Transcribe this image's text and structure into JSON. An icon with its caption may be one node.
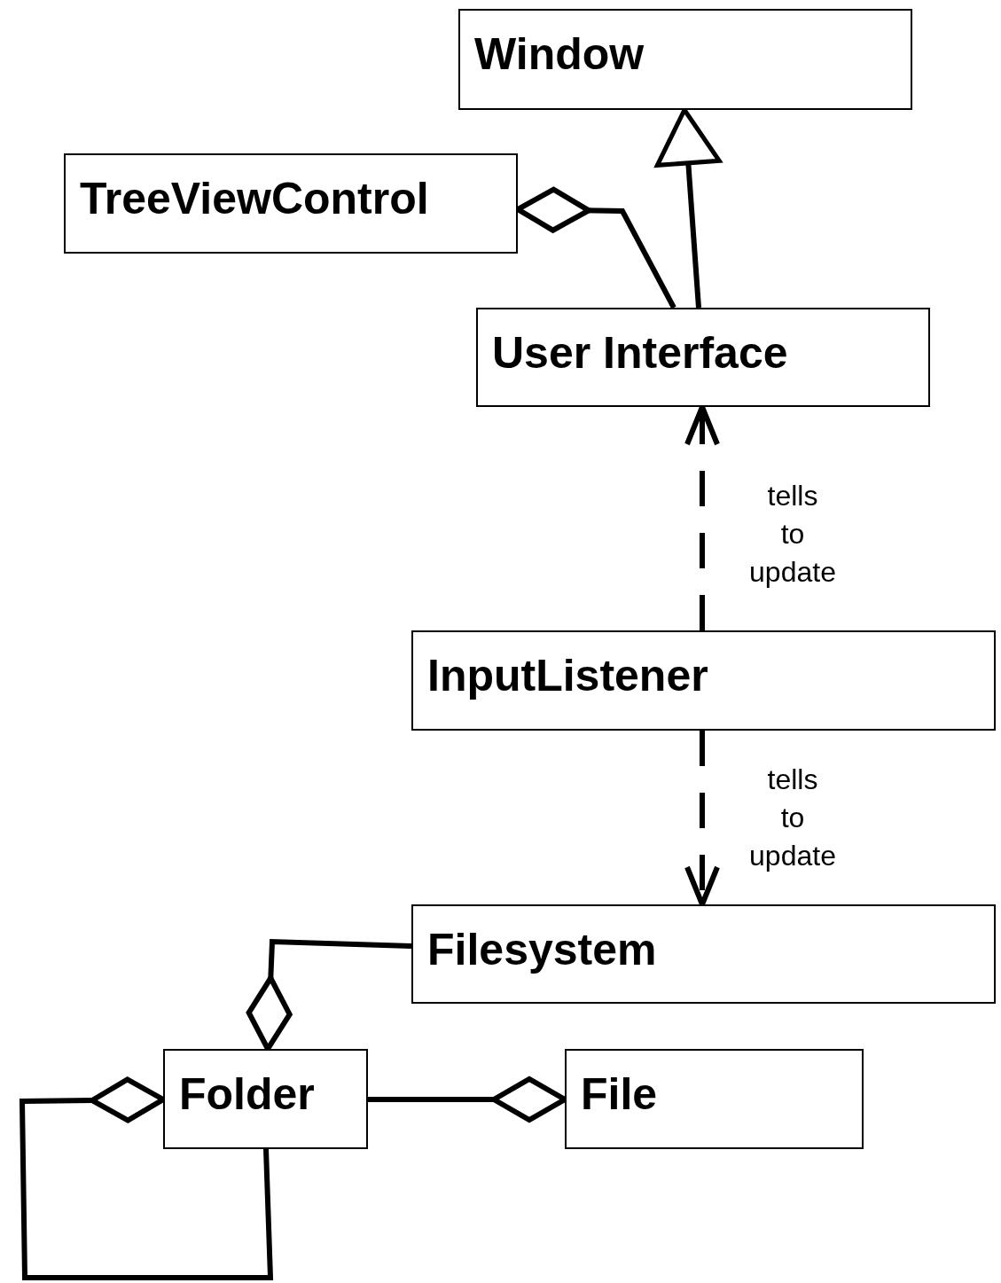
{
  "diagram": {
    "nodes": [
      {
        "text": [
          "Window"
        ]
      },
      {
        "text": [
          "TreeViewControl"
        ]
      },
      {
        "text": [
          "User Interface"
        ]
      },
      {
        "text": [
          "InputListener"
        ]
      },
      {
        "text": [
          "Filesystem"
        ]
      },
      {
        "text": [
          "Folder"
        ]
      },
      {
        "text": [
          "File"
        ]
      }
    ],
    "edges": [
      {
        "from": 2,
        "to": 0,
        "arrow": "to"
      },
      {
        "from": 2,
        "to": 1,
        "arrow": "other"
      },
      {
        "from": 3,
        "to": 2,
        "arrow": "to",
        "label": "tells to update",
        "style": "dashed"
      },
      {
        "from": 3,
        "to": 4,
        "arrow": "to",
        "label": "tells to update",
        "style": "dashed"
      },
      {
        "from": 4,
        "to": 5,
        "arrow": "other"
      },
      {
        "from": 5,
        "to": 6,
        "arrow": "other"
      },
      {
        "from": 5,
        "to": 5,
        "arrow": "other"
      }
    ]
  }
}
